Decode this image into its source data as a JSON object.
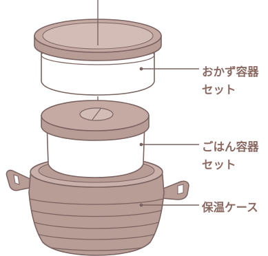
{
  "labels": {
    "side_dish": [
      "おかず容器",
      "セット"
    ],
    "rice": [
      "ごはん容器",
      "セット"
    ],
    "case": [
      "保温ケース"
    ]
  },
  "colors": {
    "outline": "#7a6360",
    "body": "#b89c96",
    "body_light": "#c9b0aa",
    "lid": "#c5aaa4",
    "lid_top": "#d3bcb6",
    "container": "#ffffff",
    "text": "#8a6a63"
  }
}
